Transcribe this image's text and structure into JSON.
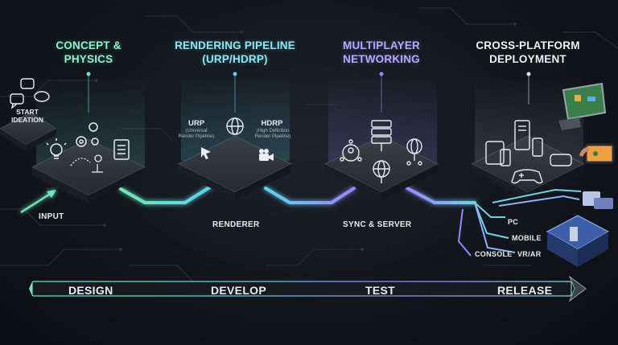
{
  "stages": [
    {
      "title_line1": "CONCEPT &",
      "title_line2": "PHYSICS"
    },
    {
      "title_line1": "RENDERING PIPELINE",
      "title_line2": "(URP/HDRP)"
    },
    {
      "title_line1": "MULTIPLAYER",
      "title_line2": "NETWORKING"
    },
    {
      "title_line1": "CROSS-PLATFORM",
      "title_line2": "DEPLOYMENT"
    }
  ],
  "start": {
    "line1": "START",
    "line2": "IDEATION"
  },
  "input_label": "INPUT",
  "renderer_label": "RENDERER",
  "sync_label": "SYNC & SERVER",
  "urp": {
    "title": "URP",
    "sub1": "(Universal",
    "sub2": "Render Pipeline)"
  },
  "hdrp": {
    "title": "HDRP",
    "sub1": "(High Definition",
    "sub2": "Render Pipeline)"
  },
  "targets": {
    "pc": "PC",
    "mobile": "MOBILE",
    "console": "CONSOLE",
    "vrar": "VR/AR"
  },
  "phases": [
    "DESIGN",
    "DEVELOP",
    "TEST",
    "RELEASE"
  ],
  "colors": {
    "mint": "#6ee8b8",
    "teal": "#5ad4ea",
    "violet": "#9b86ff",
    "platform": "#2a2f36"
  }
}
